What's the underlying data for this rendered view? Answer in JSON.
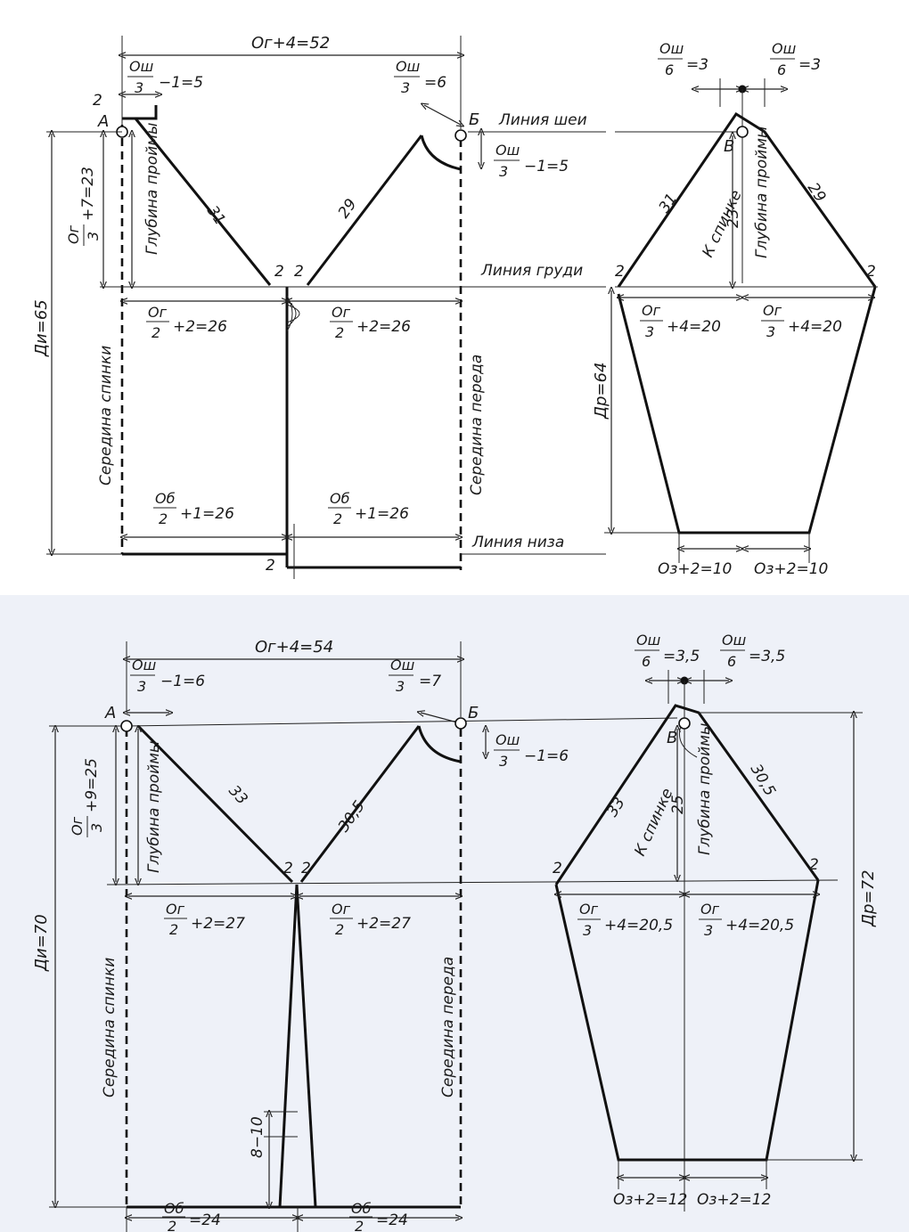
{
  "top": {
    "chest_width_total": "Ог+4=52",
    "neck_width_back": {
      "num": "Ош",
      "den": "3",
      "rest": "−1=5"
    },
    "neck_width_front": {
      "num": "Ош",
      "den": "3",
      "rest": "=6"
    },
    "neck_depth_front": {
      "num": "Ош",
      "den": "3",
      "rest": "−1=5"
    },
    "armhole_depth": {
      "num": "Ог",
      "den": "3",
      "rest": "+7=23"
    },
    "armhole_depth_label": "Глубина проймы",
    "back_slope": "31",
    "front_slope": "29",
    "chest_back": {
      "num": "Ог",
      "den": "2",
      "rest": "+2=26"
    },
    "chest_front": {
      "num": "Ог",
      "den": "2",
      "rest": "+2=26"
    },
    "hip_back": {
      "num": "Об",
      "den": "2",
      "rest": "+1=26"
    },
    "hip_front": {
      "num": "Об",
      "den": "2",
      "rest": "+1=26"
    },
    "length": "Ди=65",
    "back_center": "Середина спинки",
    "front_center": "Середина переда",
    "neck_line": "Линия шеи",
    "chest_line": "Линия груди",
    "bottom_line": "Линия низа",
    "point_a": "А",
    "point_b": "Б",
    "point_v": "В",
    "two": "2",
    "sleeve_cap_left": {
      "num": "Ош",
      "den": "6",
      "rest": "=3"
    },
    "sleeve_cap_right": {
      "num": "Ош",
      "den": "6",
      "rest": "=3"
    },
    "sleeve_back_slope": "31",
    "sleeve_front_slope": "29",
    "sleeve_to_back": "К спинке",
    "sleeve_cap_height": "23",
    "sleeve_armhole_label": "Глубина проймы",
    "sleeve_chest_left": {
      "num": "Ог",
      "den": "3",
      "rest": "+4=20"
    },
    "sleeve_chest_right": {
      "num": "Ог",
      "den": "3",
      "rest": "+4=20"
    },
    "sleeve_length": "Др=64",
    "wrist_left": "Оз+2=10",
    "wrist_right": "Оз+2=10"
  },
  "bottom": {
    "chest_width_total": "Ог+4=54",
    "neck_width_back": {
      "num": "Ош",
      "den": "3",
      "rest": "−1=6"
    },
    "neck_width_front": {
      "num": "Ош",
      "den": "3",
      "rest": "=7"
    },
    "neck_depth_front": {
      "num": "Ош",
      "den": "3",
      "rest": "−1=6"
    },
    "armhole_depth": {
      "num": "Ог",
      "den": "3",
      "rest": "+9=25"
    },
    "armhole_depth_label": "Глубина проймы",
    "back_slope": "33",
    "front_slope": "30,5",
    "chest_back": {
      "num": "Ог",
      "den": "2",
      "rest": "+2=27"
    },
    "chest_front": {
      "num": "Ог",
      "den": "2",
      "rest": "+2=27"
    },
    "hip_back": {
      "num": "Об",
      "den": "2",
      "rest": "=24"
    },
    "hip_front": {
      "num": "Об",
      "den": "2",
      "rest": "=24"
    },
    "length": "Ди=70",
    "back_center": "Середина спинки",
    "front_center": "Середина переда",
    "slit": "8−10",
    "point_a": "А",
    "point_b": "Б",
    "point_v": "В",
    "two": "2",
    "sleeve_cap_left": {
      "num": "Ош",
      "den": "6",
      "rest": "=3,5"
    },
    "sleeve_cap_right": {
      "num": "Ош",
      "den": "6",
      "rest": "=3,5"
    },
    "sleeve_back_slope": "33",
    "sleeve_front_slope": "30,5",
    "sleeve_to_back": "К спинке",
    "sleeve_cap_height": "25",
    "sleeve_armhole_label": "Глубина проймы",
    "sleeve_chest_left": {
      "num": "Ог",
      "den": "3",
      "rest": "+4=20,5"
    },
    "sleeve_chest_right": {
      "num": "Ог",
      "den": "3",
      "rest": "+4=20,5"
    },
    "sleeve_length": "Др=72",
    "wrist_left": "Оз+2=12",
    "wrist_right": "Оз+2=12"
  }
}
